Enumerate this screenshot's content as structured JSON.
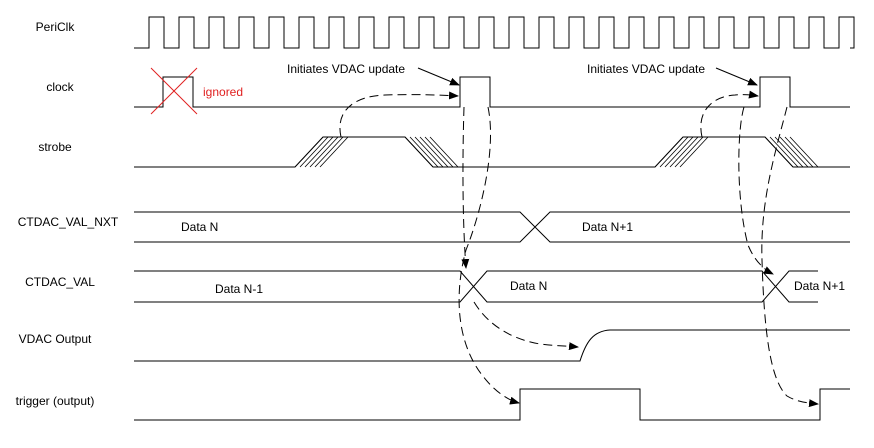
{
  "signals": {
    "periclk": "PeriClk",
    "clock": "clock",
    "strobe": "strobe",
    "ctdac_val_nxt": "CTDAC_VAL_NXT",
    "ctdac_val": "CTDAC_VAL",
    "vdac_output": "VDAC Output",
    "trigger": "trigger (output)"
  },
  "annotations": {
    "ignored": "ignored",
    "initiates_1": "Initiates VDAC update",
    "initiates_2": "Initiates VDAC update"
  },
  "data_labels": {
    "nxt_n": "Data N",
    "nxt_n1": "Data N+1",
    "val_nm1": "Data N-1",
    "val_n": "Data N",
    "val_n1": "Data N+1"
  },
  "colors": {
    "ignored": "#e02020",
    "line": "#000000"
  }
}
